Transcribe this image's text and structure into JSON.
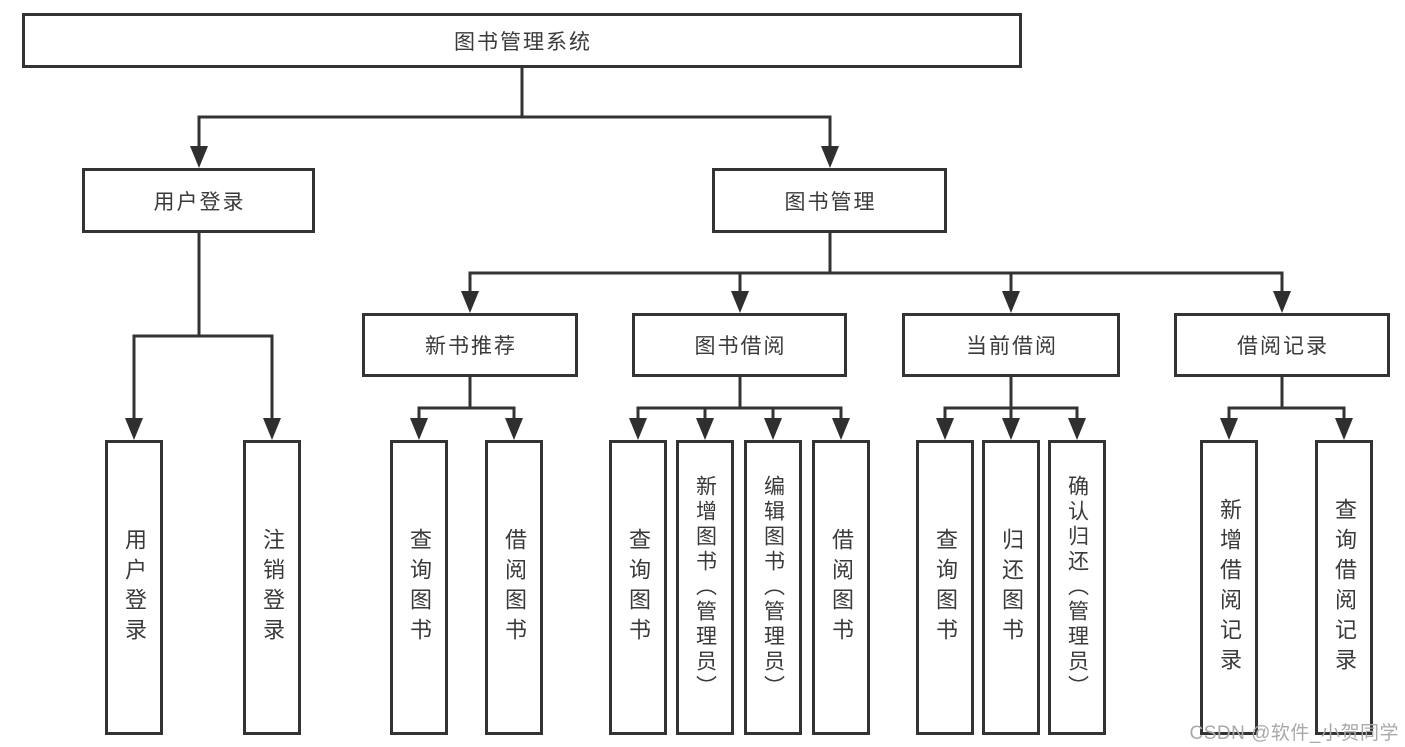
{
  "diagram": {
    "root": {
      "label": "图书管理系统"
    },
    "level2": [
      {
        "label": "用户登录"
      },
      {
        "label": "图书管理"
      }
    ],
    "level3": [
      {
        "label": "新书推荐"
      },
      {
        "label": "图书借阅"
      },
      {
        "label": "当前借阅"
      },
      {
        "label": "借阅记录"
      }
    ],
    "leaves": [
      {
        "label": "用户登录"
      },
      {
        "label": "注销登录"
      },
      {
        "label": "查询图书"
      },
      {
        "label": "借阅图书"
      },
      {
        "label": "查询图书"
      },
      {
        "label": "新增图书（管理员）"
      },
      {
        "label": "编辑图书（管理员）"
      },
      {
        "label": "借阅图书"
      },
      {
        "label": "查询图书"
      },
      {
        "label": "归还图书"
      },
      {
        "label": "确认归还（管理员）"
      },
      {
        "label": "新增借阅记录"
      },
      {
        "label": "查询借阅记录"
      }
    ]
  },
  "watermark": {
    "text": "CSDN @软件_小贺同学"
  },
  "colors": {
    "line": "#333333",
    "arrow": "#2f2f2f",
    "text": "#3a3a3a",
    "watermark": "#a9a9a9",
    "background": "#ffffff"
  }
}
